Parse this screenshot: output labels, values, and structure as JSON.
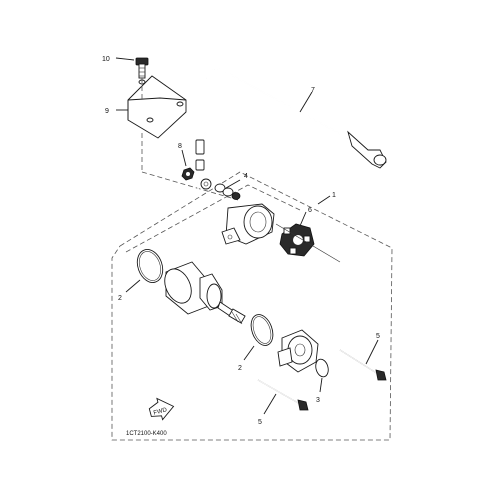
{
  "callouts": [
    {
      "id": "1",
      "label": "1"
    },
    {
      "id": "2a",
      "label": "2"
    },
    {
      "id": "2b",
      "label": "2"
    },
    {
      "id": "3",
      "label": "3"
    },
    {
      "id": "4",
      "label": "4"
    },
    {
      "id": "5a",
      "label": "5"
    },
    {
      "id": "5b",
      "label": "5"
    },
    {
      "id": "6",
      "label": "6"
    },
    {
      "id": "7",
      "label": "7"
    },
    {
      "id": "8",
      "label": "8"
    },
    {
      "id": "9",
      "label": "9"
    },
    {
      "id": "10",
      "label": "10"
    }
  ],
  "fwd_badge": "FWD",
  "diagram_code": "1CT2100-K400"
}
